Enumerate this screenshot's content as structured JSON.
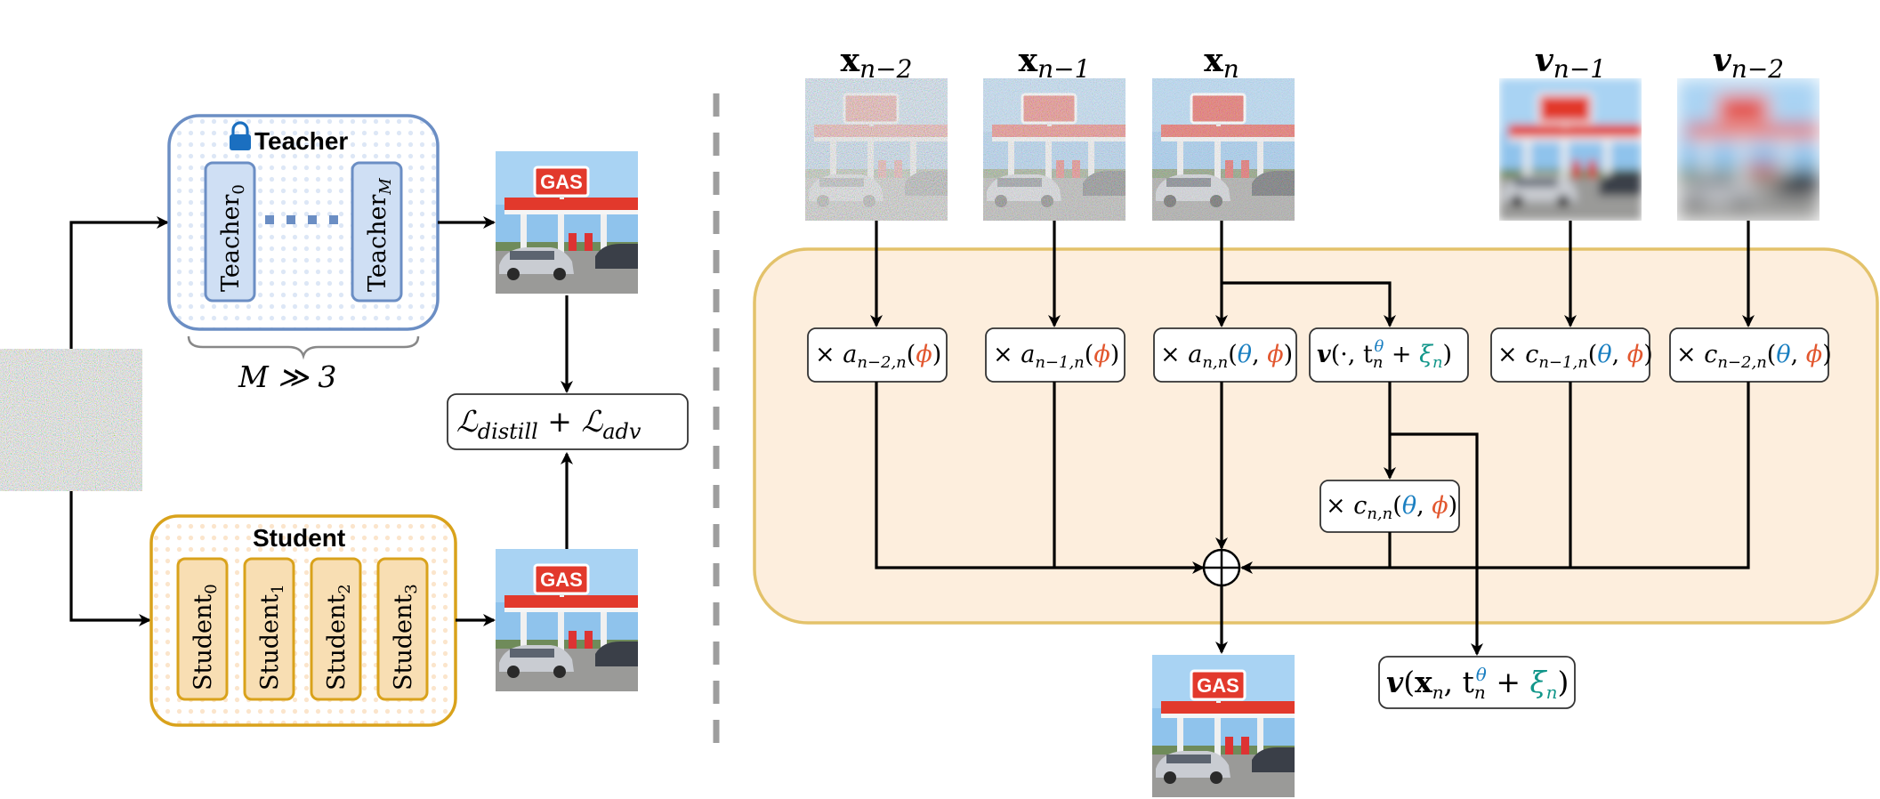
{
  "colors": {
    "teacher_border": "#6b8ec4",
    "teacher_fill": "#e6eef9",
    "teacher_sub_fill": "#cfdff4",
    "student_border": "#d9a21b",
    "student_fill": "#fdf0dd",
    "student_sub_fill": "#f8deb3",
    "phi": "#e2572f",
    "theta": "#1a7fc1",
    "xi": "#12968a",
    "dashed_divider": "#9e9e9e",
    "region_fill": "#fdeedd",
    "region_border": "#e3c26a"
  },
  "left": {
    "teacher": {
      "title": "Teacher",
      "lock_icon": "lock-icon",
      "sub_first_base": "Teacher",
      "sub_first_index": "0",
      "sub_last_base": "Teacher",
      "sub_last_index": "M",
      "count_label": "M ≫ 3"
    },
    "student": {
      "title": "Student",
      "subs": [
        {
          "base": "Student",
          "index": "0"
        },
        {
          "base": "Student",
          "index": "1"
        },
        {
          "base": "Student",
          "index": "2"
        },
        {
          "base": "Student",
          "index": "3"
        }
      ]
    },
    "loss": {
      "part1": "ℒ",
      "sub1": "distill",
      "plus": " + ",
      "part2": "ℒ",
      "sub2": "adv"
    },
    "gas_sign": "GAS"
  },
  "right": {
    "top_inputs": [
      {
        "base": "x",
        "sub": "n−2",
        "kind": "noisy-heavy"
      },
      {
        "base": "x",
        "sub": "n−1",
        "kind": "noisy-medium"
      },
      {
        "base": "x",
        "sub": "n",
        "kind": "noisy-light"
      },
      {
        "base": "v",
        "sub": "n−1",
        "kind": "blur-light"
      },
      {
        "base": "v",
        "sub": "n−2",
        "kind": "blur-heavy"
      }
    ],
    "coeff_boxes": [
      {
        "times": "× ",
        "sym": "a",
        "sub": "n−2,n",
        "args": [
          {
            "t": "ϕ",
            "c": "phi"
          }
        ]
      },
      {
        "times": "× ",
        "sym": "a",
        "sub": "n−1,n",
        "args": [
          {
            "t": "ϕ",
            "c": "phi"
          }
        ]
      },
      {
        "times": "× ",
        "sym": "a",
        "sub": "n,n",
        "args": [
          {
            "t": "θ",
            "c": "theta"
          },
          {
            "t": ", ",
            "c": "plain"
          },
          {
            "t": "ϕ",
            "c": "phi"
          }
        ]
      },
      {
        "times": "× ",
        "sym": "c",
        "sub": "n−1,n",
        "args": [
          {
            "t": "θ",
            "c": "theta"
          },
          {
            "t": ", ",
            "c": "plain"
          },
          {
            "t": "ϕ",
            "c": "phi"
          }
        ]
      },
      {
        "times": "× ",
        "sym": "c",
        "sub": "n−2,n",
        "args": [
          {
            "t": "θ",
            "c": "theta"
          },
          {
            "t": ", ",
            "c": "plain"
          },
          {
            "t": "ϕ",
            "c": "phi"
          }
        ]
      }
    ],
    "velocity_box": {
      "v": "v",
      "open": "(·, t",
      "sub": "n",
      "sup": "θ",
      "plus": " + ",
      "xi": "ξ",
      "xisub": "n",
      "close": ")"
    },
    "cnn_box": {
      "times": "× ",
      "sym": "c",
      "sub": "n,n",
      "open": "(",
      "theta": "θ",
      "comma": ", ",
      "phi": "ϕ",
      "close": ")"
    },
    "output_velocity": {
      "v": "v",
      "open": "(",
      "x": "x",
      "xsub": "n",
      "comma": ", t",
      "sub": "n",
      "sup": "θ",
      "plus": " + ",
      "xi": "ξ",
      "xisub": "n",
      "close": ")"
    },
    "sum_icon": "circle-plus-icon",
    "gas_sign": "GAS"
  }
}
